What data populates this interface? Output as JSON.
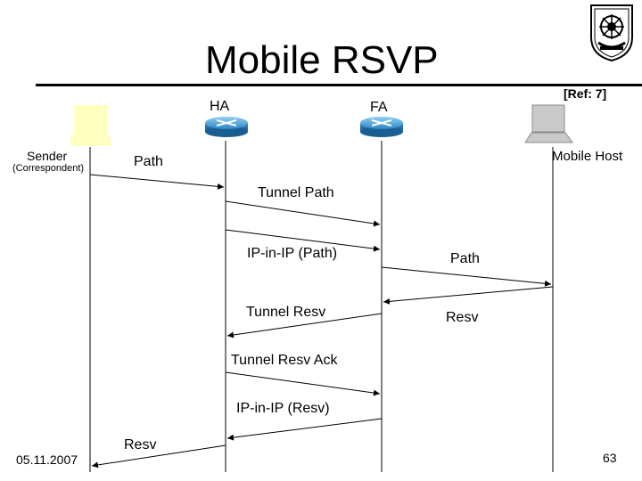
{
  "slide": {
    "title": "Mobile RSVP",
    "reference": "[Ref: 7]",
    "date": "05.11.2007",
    "page_number": "63"
  },
  "nodes": {
    "ha": "HA",
    "fa": "FA",
    "sender": "Sender",
    "sender_sub": "(Correspondent)",
    "mobile_host": "Mobile Host"
  },
  "messages": {
    "path_sender_ha": "Path",
    "tunnel_path": "Tunnel Path",
    "ipip_path": "IP-in-IP (Path)",
    "path_fa_mh": "Path",
    "tunnel_resv": "Tunnel Resv",
    "resv_mh_fa": "Resv",
    "tunnel_resv_ack": "Tunnel Resv Ack",
    "ipip_resv": "IP-in-IP (Resv)",
    "resv_ha_sender": "Resv"
  },
  "colors": {
    "router": "#2f86c4",
    "sender_box": "#ffffc0",
    "mobile_host": "#c9c9c9"
  }
}
